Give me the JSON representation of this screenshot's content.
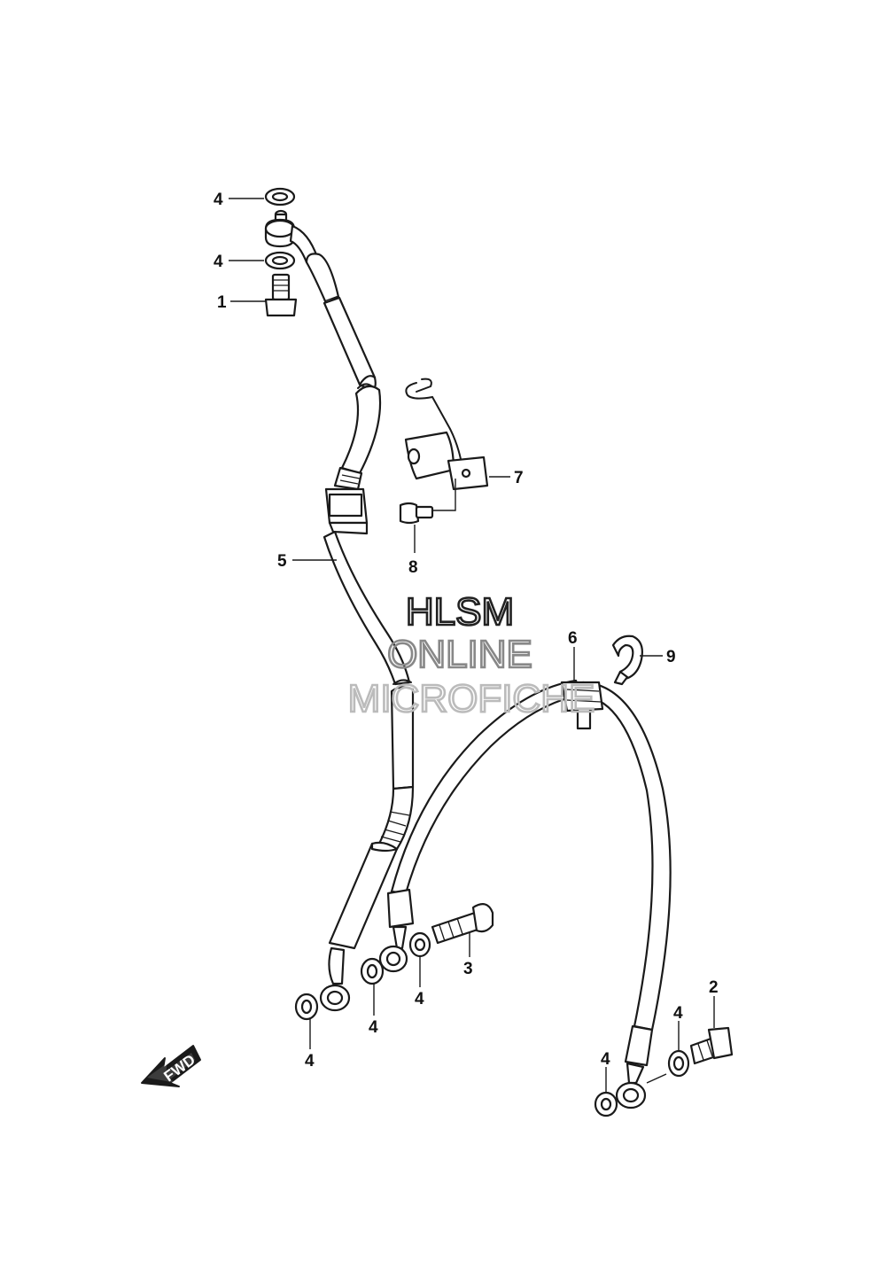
{
  "callouts": [
    {
      "id": "c4a",
      "label": "4"
    },
    {
      "id": "c4b",
      "label": "4"
    },
    {
      "id": "c1",
      "label": "1"
    },
    {
      "id": "c7",
      "label": "7"
    },
    {
      "id": "c8",
      "label": "8"
    },
    {
      "id": "c5",
      "label": "5"
    },
    {
      "id": "c6",
      "label": "6"
    },
    {
      "id": "c9",
      "label": "9"
    },
    {
      "id": "c3",
      "label": "3"
    },
    {
      "id": "c4c",
      "label": "4"
    },
    {
      "id": "c4d",
      "label": "4"
    },
    {
      "id": "c4e",
      "label": "4"
    },
    {
      "id": "c2",
      "label": "2"
    },
    {
      "id": "c4f",
      "label": "4"
    },
    {
      "id": "c4g",
      "label": "4"
    }
  ],
  "watermark": {
    "line1": "HLSM",
    "line2": "ONLINE",
    "line3": "MICROFICHE",
    "colors": [
      "#222222",
      "#888888",
      "#bbbbbb"
    ]
  },
  "fwd_arrow": {
    "label": "FWD"
  }
}
